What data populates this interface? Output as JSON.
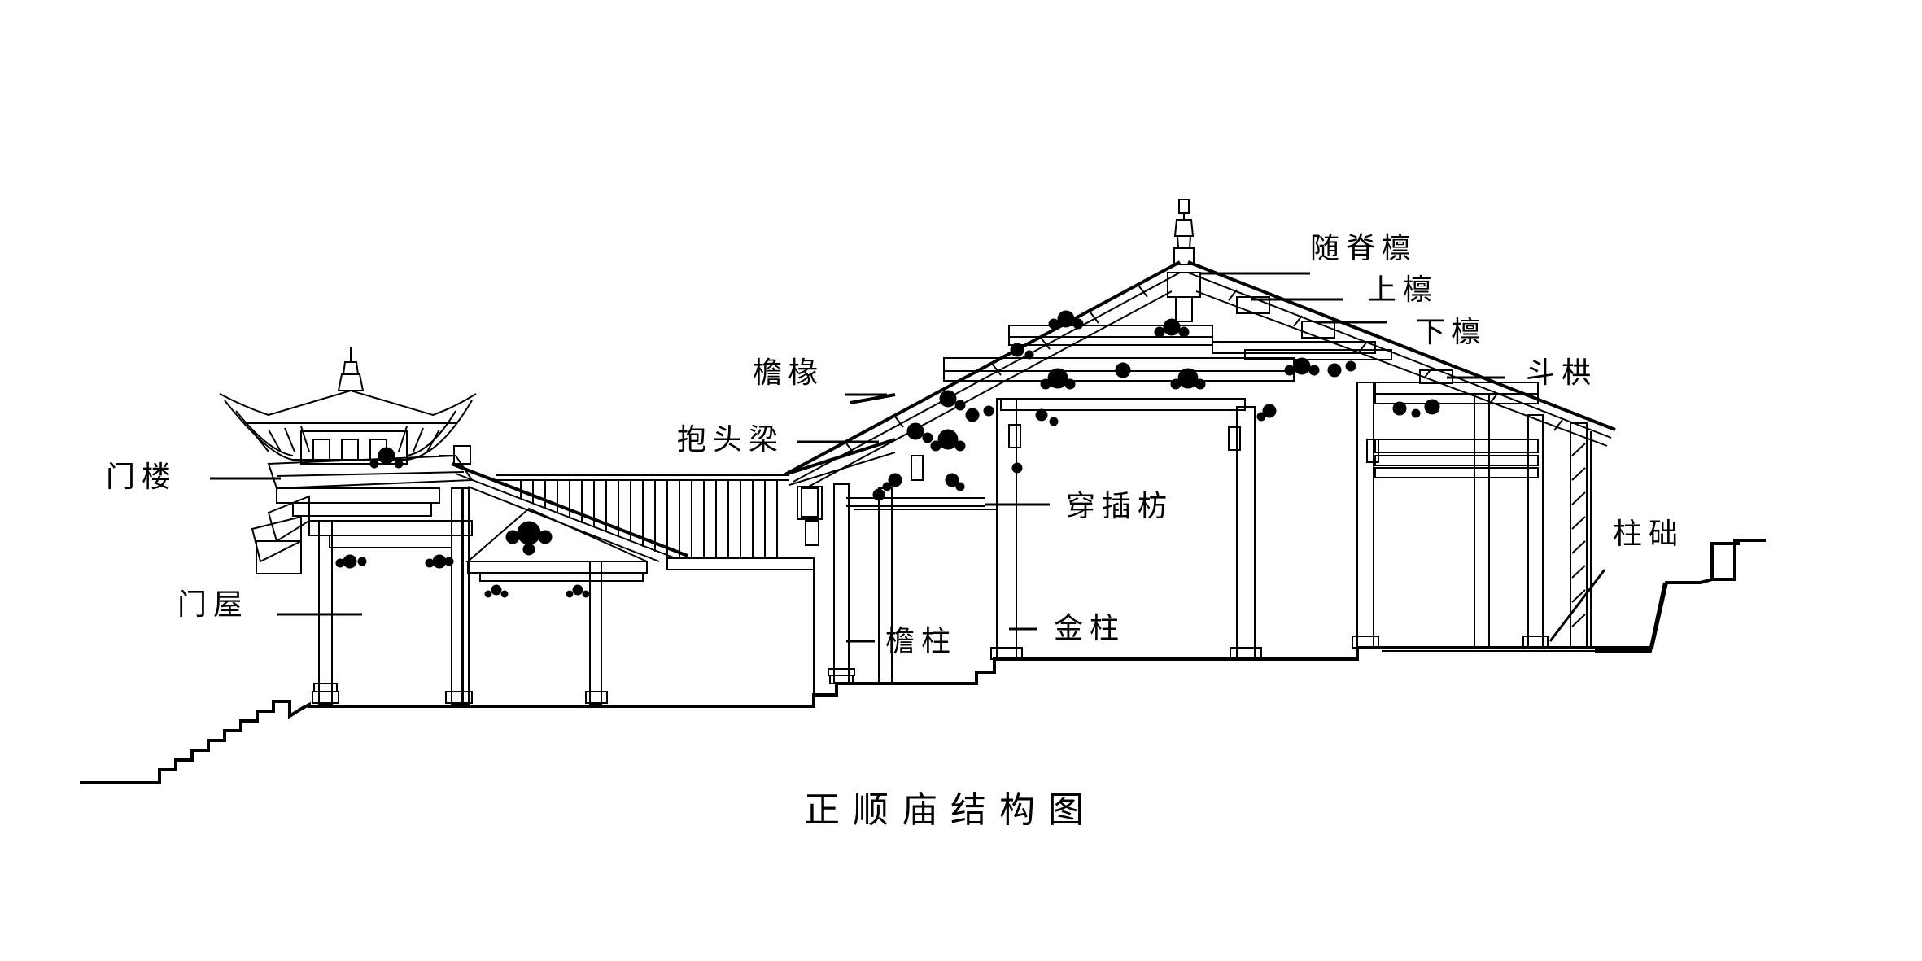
{
  "caption": "正顺庙结构图",
  "labels": {
    "men_lou": "门楼",
    "men_wu": "门屋",
    "yan_chuan": "檐椽",
    "bao_tou_liang": "抱头梁",
    "yan_zhu": "檐柱",
    "jin_zhu": "金柱",
    "chuan_cha_fang": "穿插枋",
    "sui_ji_lin": "随脊檩",
    "shang_lin": "上檩",
    "xia_lin": "下檩",
    "dou_gong": "斗栱",
    "zhu_chu": "柱础"
  }
}
